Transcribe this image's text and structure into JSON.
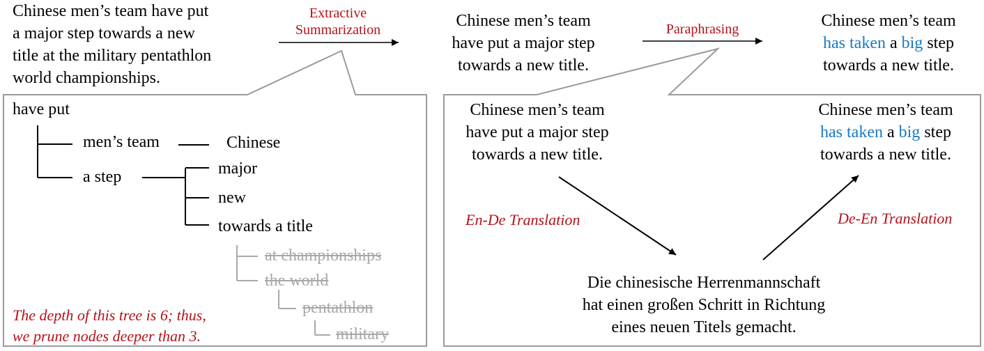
{
  "source": {
    "lines": [
      "Chinese men’s team have put",
      "a major step towards a new",
      "title at the military pentathlon",
      "world championships."
    ]
  },
  "ops": {
    "extractive": [
      "Extractive",
      "Summarization"
    ],
    "paraphrasing": "Paraphrasing",
    "en_de": "En-De Translation",
    "de_en": "De-En Translation"
  },
  "summary": {
    "lines": [
      "Chinese men’s team",
      "have put a major step",
      "towards a new title."
    ]
  },
  "paraphrase": {
    "line1": "Chinese men’s team",
    "line2": {
      "w1": "has taken",
      "w2": " a ",
      "w3": "big",
      "w4": " step"
    },
    "line3": "towards a new title."
  },
  "tree": {
    "root": "have put",
    "n1": "men’s team",
    "n1a": "Chinese",
    "n2": "a step",
    "n2a": "major",
    "n2b": "new",
    "n2c": "towards a title",
    "pruned": [
      "at championships",
      "the world",
      "pentathlon",
      "military"
    ],
    "note": [
      "The depth of this tree is 6; thus,",
      "we prune nodes deeper than 3."
    ]
  },
  "backtrans": {
    "input": [
      "Chinese men’s team",
      "have put a major step",
      "towards a new title."
    ],
    "german": [
      "Die chinesische Herrenmannschaft",
      "hat einen großen Schritt in Richtung",
      "eines neuen Titels gemacht."
    ],
    "output": {
      "line1": "Chinese men’s team",
      "line2": {
        "w1": "has taken",
        "w2": " a ",
        "w3": "big",
        "w4": " step"
      },
      "line3": "towards a new title."
    }
  },
  "colors": {
    "accent_red": "#b5121b",
    "accent_blue": "#1a7ac4",
    "pruned_gray": "#a8a8a8",
    "frame_gray": "#9a9a9a"
  }
}
